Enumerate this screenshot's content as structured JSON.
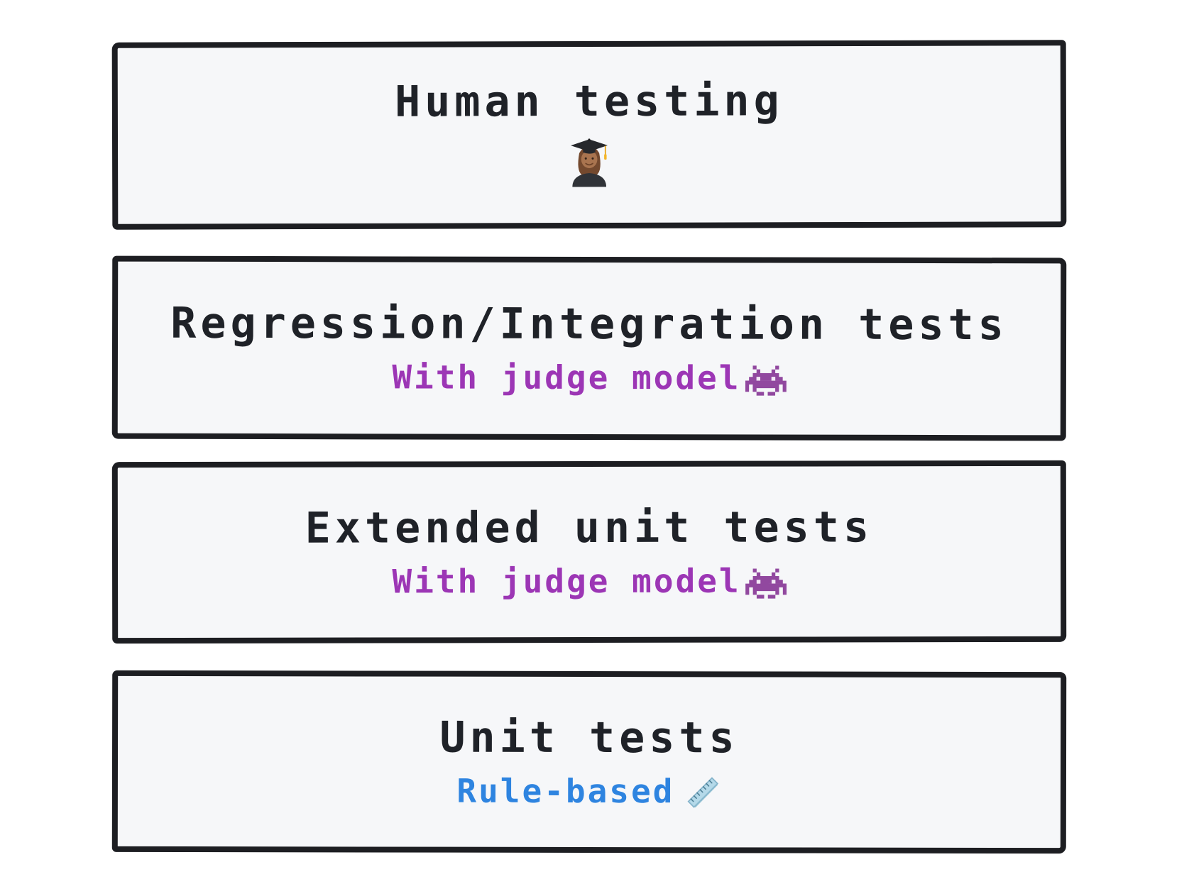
{
  "layers": [
    {
      "title": "Human testing",
      "subtitle": "",
      "subtitle_color": "",
      "icon": "student-emoji"
    },
    {
      "title": "Regression/Integration tests",
      "subtitle": "With judge model",
      "subtitle_color": "#9c36b5",
      "icon": "alien-monster-emoji"
    },
    {
      "title": "Extended unit tests",
      "subtitle": "With judge model",
      "subtitle_color": "#9c36b5",
      "icon": "alien-monster-emoji"
    },
    {
      "title": "Unit tests",
      "subtitle": "Rule-based",
      "subtitle_color": "#2e84e0",
      "icon": "ruler-emoji"
    }
  ],
  "colors": {
    "background": "#ffffff",
    "box_fill": "#f6f7f9",
    "box_border": "#1d1e22",
    "title_text": "#1f2228",
    "purple_accent": "#9c36b5",
    "blue_accent": "#2e84e0",
    "invader_purple": "#91489f",
    "ruler_blue": "#b4d9e9"
  }
}
